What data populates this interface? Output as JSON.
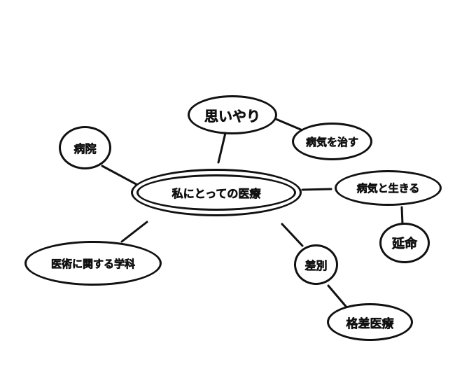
{
  "diagram": {
    "center": "私にとっての医療",
    "nodes": {
      "omoiyari": "思いやり",
      "byoki_naosu": "病気を治す",
      "byoin": "病院",
      "byoki_ikiru": "病気と生きる",
      "enmei": "延命",
      "gakka": "医術に関する学科",
      "sabetsu": "差別",
      "kakusa": "格差医療"
    },
    "edges": [
      [
        "center",
        "omoiyari"
      ],
      [
        "omoiyari",
        "byoki_naosu"
      ],
      [
        "center",
        "byoin"
      ],
      [
        "center",
        "byoki_ikiru"
      ],
      [
        "byoki_ikiru",
        "enmei"
      ],
      [
        "center",
        "gakka"
      ],
      [
        "center",
        "sabetsu"
      ],
      [
        "sabetsu",
        "kakusa"
      ]
    ]
  }
}
